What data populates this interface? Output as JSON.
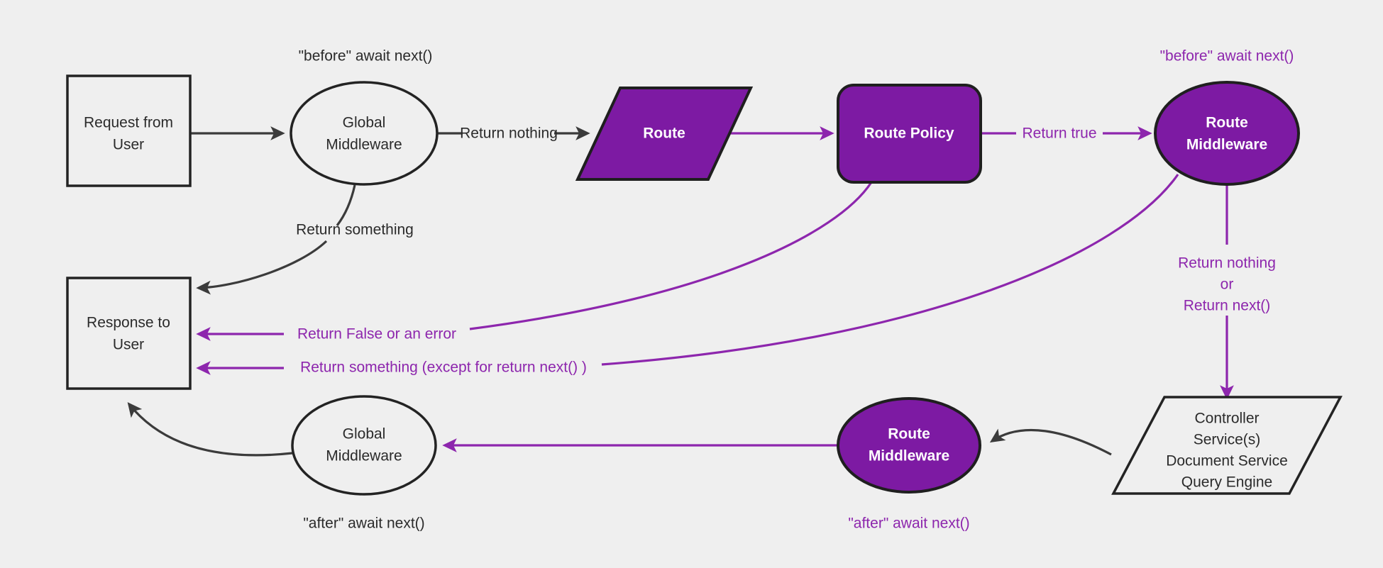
{
  "diagram": {
    "title": "Request lifecycle middleware flow",
    "background_color": "#efefef",
    "accent_color": "#7d1aa3",
    "accent_line_color": "#8d26ad",
    "dark_color": "#232323",
    "nodes": {
      "request_from_user": {
        "line1": "Request from",
        "line2": "User"
      },
      "global_middleware_top": {
        "line1": "Global",
        "line2": "Middleware"
      },
      "route": {
        "label": "Route"
      },
      "route_policy": {
        "label": "Route Policy"
      },
      "route_middleware_top": {
        "line1": "Route",
        "line2": "Middleware"
      },
      "response_to_user": {
        "line1": "Response to",
        "line2": "User"
      },
      "global_middleware_bottom": {
        "line1": "Global",
        "line2": "Middleware"
      },
      "route_middleware_bottom": {
        "line1": "Route",
        "line2": "Middleware"
      },
      "controller_stack": {
        "line1": "Controller",
        "line2": "Service(s)",
        "line3": "Document Service",
        "line4": "Query Engine"
      }
    },
    "annotations": {
      "before_await_next_global": "\"before\" await next()",
      "before_await_next_route": "\"before\" await next()",
      "after_await_next_global": "\"after\" await next()",
      "after_await_next_route": "\"after\" await next()"
    },
    "edge_labels": {
      "return_nothing_global": "Return nothing",
      "return_something_global": "Return something",
      "return_true": "Return true",
      "return_false_or_error": "Return False or an error",
      "return_something_except_next": "Return something (except for return next() )",
      "return_nothing_or_next_line1": "Return nothing",
      "return_nothing_or_next_line2": "or",
      "return_nothing_or_next_line3": "Return next()"
    }
  }
}
